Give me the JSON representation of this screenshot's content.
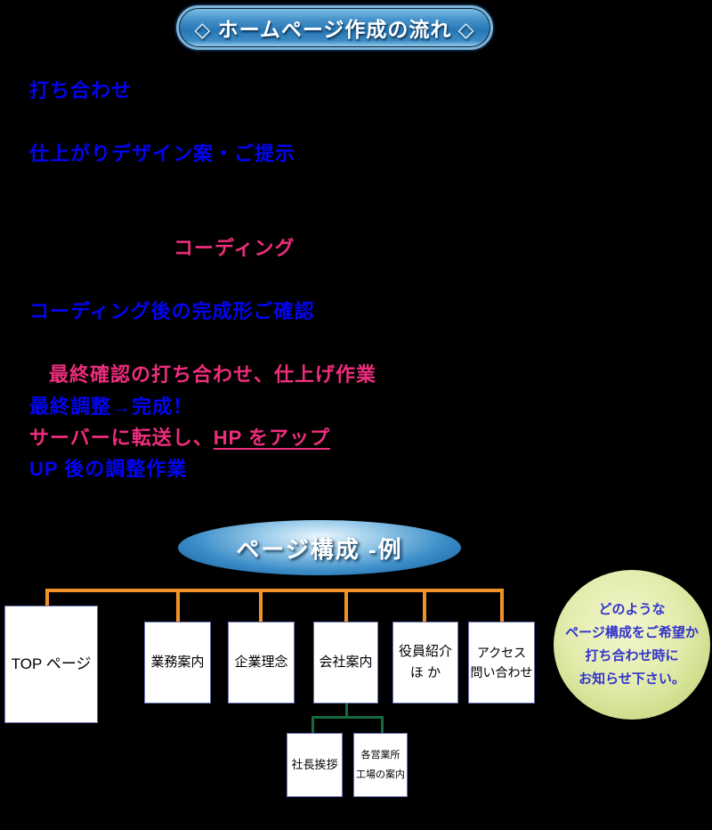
{
  "colors": {
    "background": "#000000",
    "step_blue": "#0404f2",
    "step_pink": "#ee2d7d",
    "connector_orange": "#f09228",
    "connector_green": "#156b3d",
    "box_border": "#6b74b8",
    "box_fill": "#ffffff",
    "banner_blue": "#2676b4",
    "bubble_green": "#dce8a2",
    "note_text_blue": "#3333cc"
  },
  "title_banner": "◇ ホームページ作成の流れ ◇",
  "flow": {
    "step1": "打ち合わせ",
    "step2": "仕上がりデザイン案・ご提示",
    "step3": "コーディング",
    "step4": "コーディング後の完成形ご確認",
    "step5": "最終確認の打ち合わせ、仕上げ作業",
    "step6": "最終調整→完成！",
    "step7_prefix": "サーバーに転送し、",
    "step7_link": "HP をアップ",
    "step8": "UP 後の調整作業"
  },
  "section_banner": "ページ構成 -例",
  "sitemap": {
    "top_page": "TOP ページ",
    "page1": "業務案内",
    "page2": "企業理念",
    "page3": "会社案内",
    "page4_line1": "役員紹介",
    "page4_line2": "ほ か",
    "page5_line1": "アクセス",
    "page5_line2": "問い合わせ",
    "sub1": "社長挨拶",
    "sub2_line1": "各営業所",
    "sub2_line2": "工場の案内"
  },
  "note_bubble": {
    "line1": "どのような",
    "line2": "ページ構成をご希望か",
    "line3": "打ち合わせ時に",
    "line4": "お知らせ下さい。"
  }
}
